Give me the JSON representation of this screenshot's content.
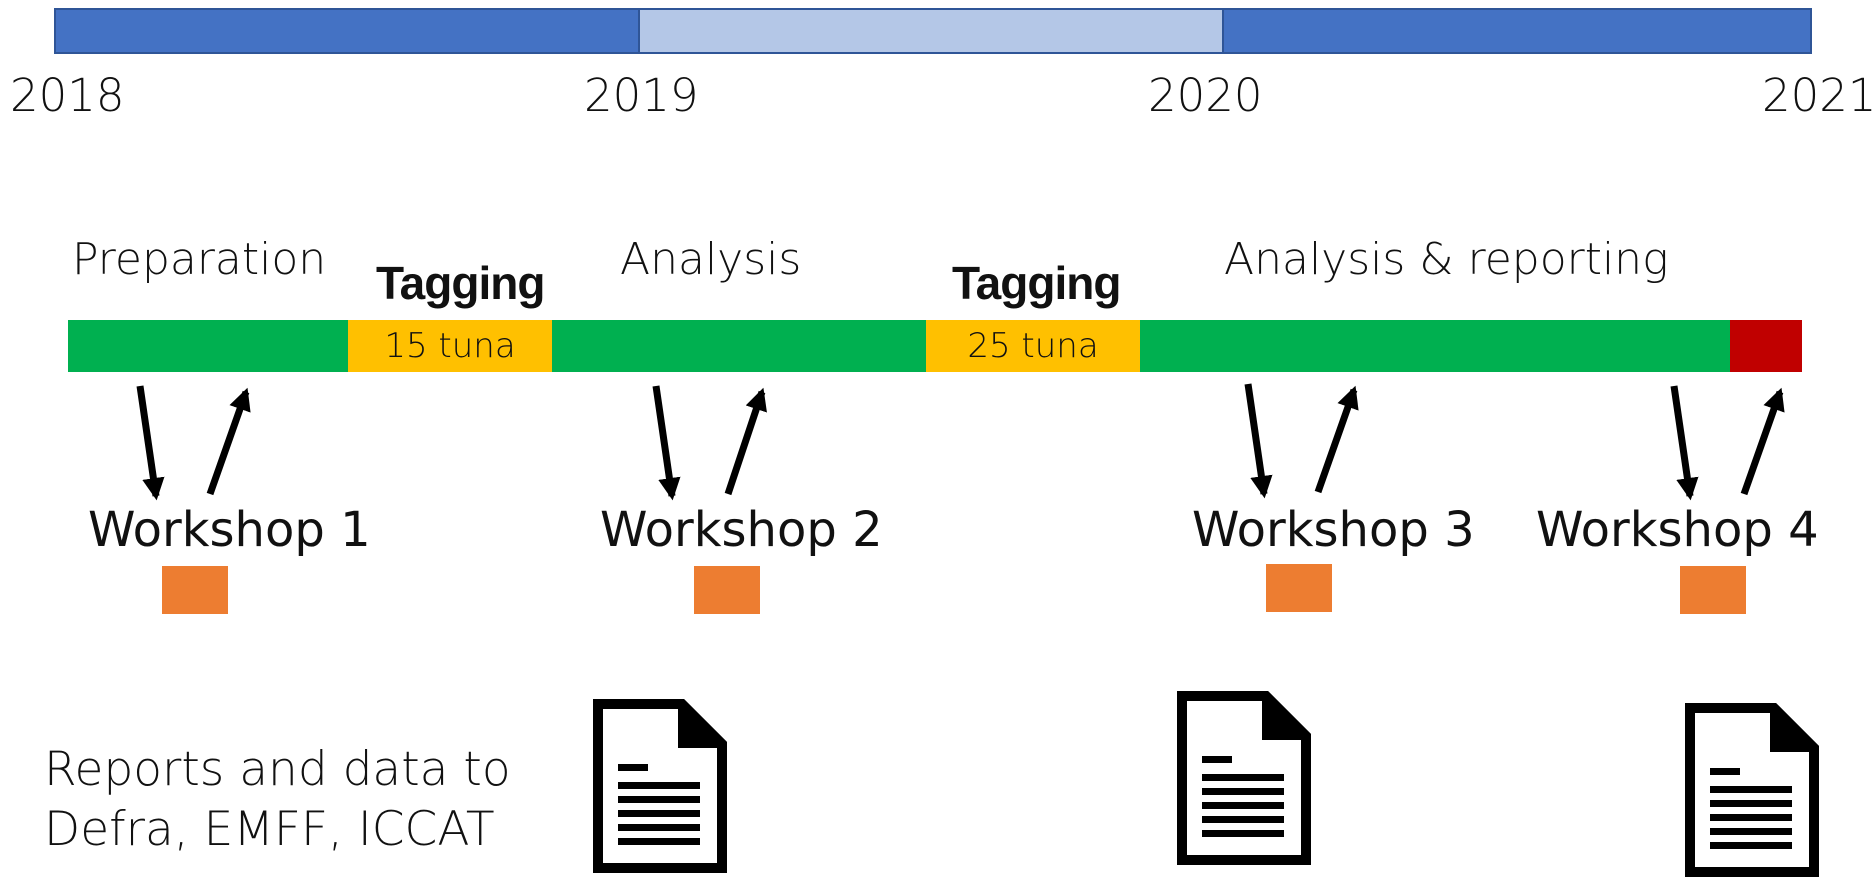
{
  "timeline": {
    "years": [
      "2018",
      "2019",
      "2020",
      "2021"
    ]
  },
  "phases": {
    "preparation": "Preparation",
    "tagging_1": "Tagging",
    "analysis": "Analysis",
    "tagging_2": "Tagging",
    "analysis_reporting": "Analysis & reporting"
  },
  "phase_bar": {
    "tagging_1_count": "15 tuna",
    "tagging_2_count": "25 tuna"
  },
  "workshops": [
    "Workshop 1",
    "Workshop 2",
    "Workshop 3",
    "Workshop 4"
  ],
  "reports": {
    "line1": "Reports and data to",
    "line2": "Defra, EMFF, ICCAT"
  },
  "colors": {
    "year_dark": "#4472c4",
    "year_light": "#b4c7e7",
    "phase_green": "#00b050",
    "phase_yellow": "#ffc000",
    "phase_red": "#c00000",
    "workshop_orange": "#ed7d31"
  },
  "icons": [
    "arrow-down-icon",
    "arrow-up-icon",
    "document-icon"
  ]
}
